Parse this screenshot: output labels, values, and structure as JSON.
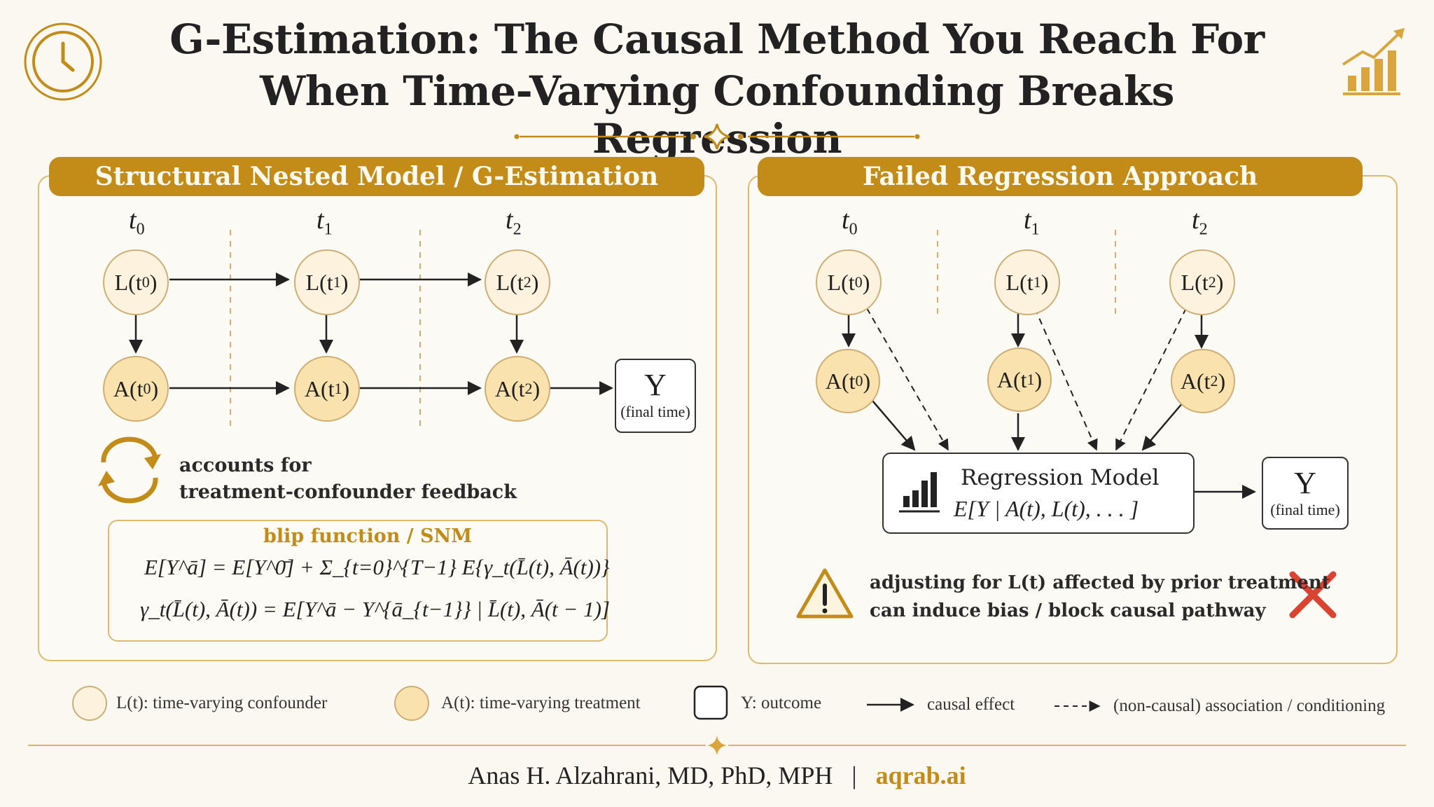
{
  "title_line1": "G-Estimation: The Causal Method You Reach For",
  "title_line2": "When Time-Varying Confounding Breaks Regression",
  "icons": {
    "left": "clock-icon",
    "right": "growth-bar-chart-icon"
  },
  "colors": {
    "accent": "#c38b17",
    "confounder_fill": "#fcf2de",
    "treatment_fill": "#f9e2ad",
    "error_red": "#d9432f"
  },
  "left_panel": {
    "title": "Structural Nested Model / G-Estimation",
    "times": [
      "t",
      "t",
      "t"
    ],
    "time_subs": [
      "0",
      "1",
      "2"
    ],
    "L_nodes": [
      {
        "base": "L(t",
        "sub": "0",
        "end": ")"
      },
      {
        "base": "L(t",
        "sub": "1",
        "end": ")"
      },
      {
        "base": "L(t",
        "sub": "2",
        "end": ")"
      }
    ],
    "A_nodes": [
      {
        "base": "A(t",
        "sub": "0",
        "end": ")"
      },
      {
        "base": "A(t",
        "sub": "1",
        "end": ")"
      },
      {
        "base": "A(t",
        "sub": "2",
        "end": ")"
      }
    ],
    "outcome": {
      "symbol": "Y",
      "caption": "(final time)"
    },
    "note_line1": "accounts for",
    "note_line2": "treatment-confounder feedback",
    "formula_title": "blip function / SNM",
    "formula1": "E[Y^ā] = E[Y^0̄] + Σ_{t=0}^{T−1} E{γ_t(L̄(t), Ā(t))}",
    "formula2": "γ_t(L̄(t), Ā(t)) = E[Y^ā − Y^{ā_{t−1}} | L̄(t), Ā(t − 1)]"
  },
  "right_panel": {
    "title": "Failed Regression Approach",
    "times": [
      "t",
      "t",
      "t"
    ],
    "time_subs": [
      "0",
      "1",
      "2"
    ],
    "L_nodes": [
      {
        "base": "L(t",
        "sub": "0",
        "end": ")"
      },
      {
        "base": "L(t",
        "sub": "1",
        "end": ")"
      },
      {
        "base": "L(t",
        "sub": "2",
        "end": ")"
      }
    ],
    "A_nodes": [
      {
        "base": "A(t",
        "sub": "0",
        "end": ")"
      },
      {
        "base": "A(t",
        "sub": "1",
        "end": ")"
      },
      {
        "base": "A(t",
        "sub": "2",
        "end": ")"
      }
    ],
    "model_title": "Regression Model",
    "model_eq": "E[Y | A(t), L(t), . . . ]",
    "outcome": {
      "symbol": "Y",
      "caption": "(final time)"
    },
    "warning_line1": "adjusting for L(t) affected by prior treatment",
    "warning_line2": "can induce bias / block causal pathway"
  },
  "legend": {
    "confounder": "L(t): time-varying confounder",
    "treatment": "A(t): time-varying treatment",
    "outcome": "Y: outcome",
    "causal": "causal effect",
    "noncausal": "(non-causal) association / conditioning"
  },
  "footer": {
    "author": "Anas H. Alzahrani, MD, PhD, MPH",
    "separator": "|",
    "brand": "aqrab.ai"
  }
}
